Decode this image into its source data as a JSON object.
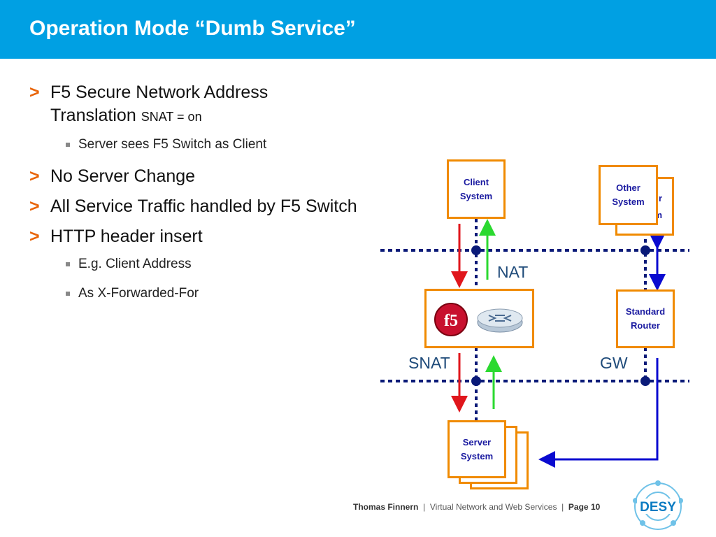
{
  "title": "Operation Mode “Dumb Service”",
  "bullets": {
    "b1_main": "F5 Secure Network Address Translation",
    "b1_small": "SNAT = on",
    "b1_sub": "Server sees F5 Switch as Client",
    "b2": "No Server Change",
    "b3": "All Service Traffic handled by F5 Switch",
    "b4": "HTTP header insert",
    "b4_sub1": "E.g. Client Address",
    "b4_sub2": "As X-Forwarded-For",
    "marker": ">"
  },
  "diagram": {
    "client": [
      "Client",
      "System"
    ],
    "other": [
      "Other",
      "System"
    ],
    "other_back_fragments": [
      "r",
      "m"
    ],
    "router": [
      "Standard",
      "Router"
    ],
    "server": [
      "Server",
      "System"
    ],
    "f5_logo": "f5",
    "labels": {
      "nat": "NAT",
      "snat": "SNAT",
      "gw": "GW"
    },
    "colors": {
      "orange": "#f08a00",
      "red": "#e0161c",
      "green": "#2bd930",
      "blue": "#0a0ad0",
      "navy": "#0a1a78"
    }
  },
  "footer": {
    "author": "Thomas Finnern",
    "sep": "|",
    "course": "Virtual Network and Web Services",
    "page": "Page 10"
  },
  "logo_text": "DESY"
}
